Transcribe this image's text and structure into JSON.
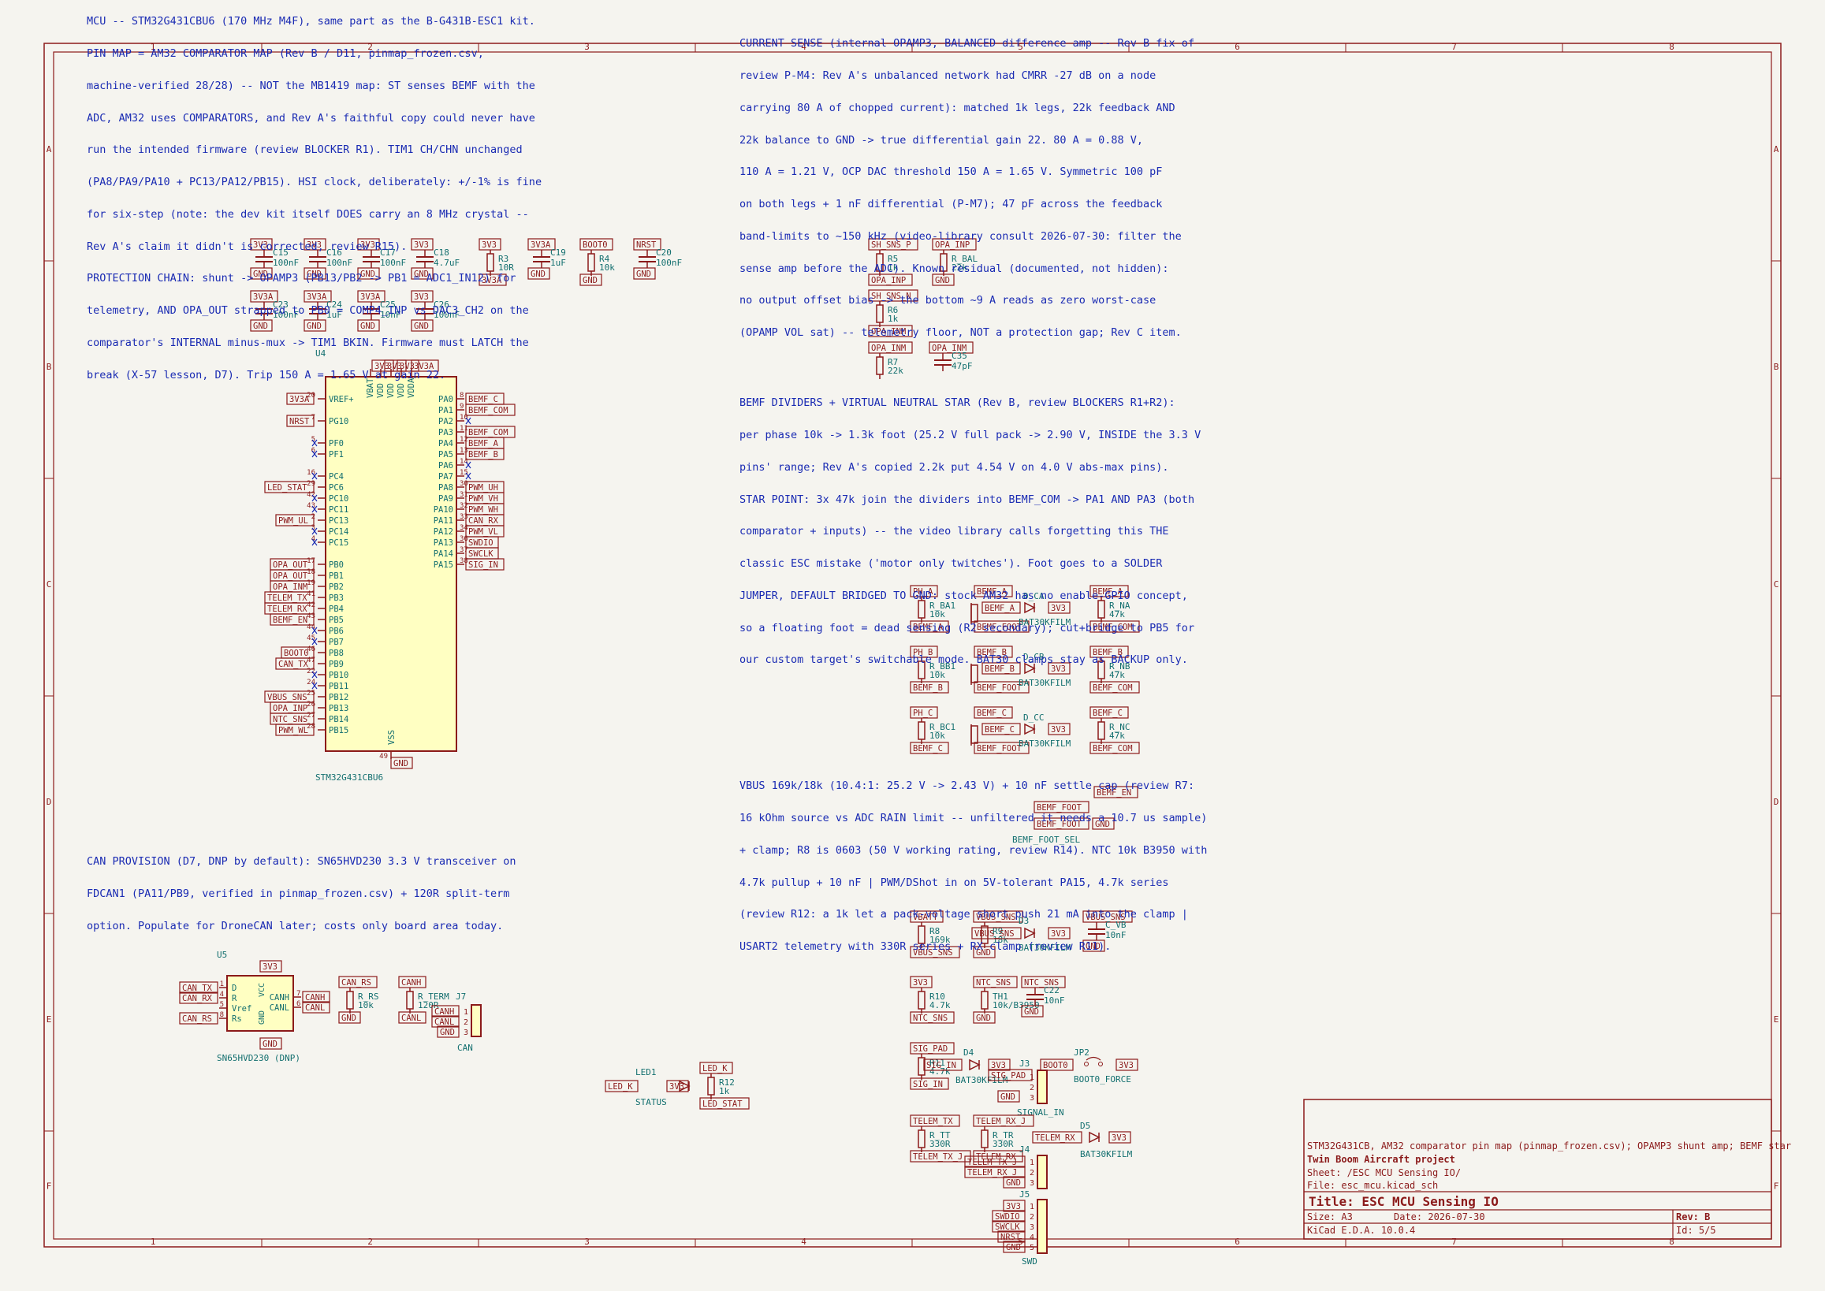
{
  "frame": {
    "col_labels": [
      "1",
      "2",
      "3",
      "4",
      "5",
      "6",
      "7",
      "8"
    ],
    "row_labels": [
      "A",
      "B",
      "C",
      "D",
      "E",
      "F"
    ]
  },
  "notes": {
    "mcu": [
      "MCU -- STM32G431CBU6 (170 MHz M4F), same part as the B-G431B-ESC1 kit.",
      "PIN MAP = AM32 COMPARATOR MAP (Rev B / D11, pinmap_frozen.csv,",
      "machine-verified 28/28) -- NOT the MB1419 map: ST senses BEMF with the",
      "ADC, AM32 uses COMPARATORS, and Rev A's faithful copy could never have",
      "run the intended firmware (review BLOCKER R1). TIM1 CH/CHN unchanged",
      "(PA8/PA9/PA10 + PC13/PA12/PB15). HSI clock, deliberately: +/-1% is fine",
      "for six-step (note: the dev kit itself DOES carry an 8 MHz crystal --",
      "Rev A's claim it didn't is corrected, review R15).",
      "PROTECTION CHAIN: shunt -> OPAMP3 (PB13/PB2 -> PB1 = ADC1_IN12) for",
      "telemetry, AND OPA_OUT strapped to PB0 = COMP4_INP vs DAC3_CH2 on the",
      "comparator's INTERNAL minus-mux -> TIM1 BKIN. Firmware must LATCH the",
      "break (X-57 lesson, D7). Trip 150 A = 1.65 V at gain 22."
    ],
    "current": [
      "CURRENT SENSE (internal OPAMP3, BALANCED difference amp -- Rev B fix of",
      "review P-M4: Rev A's unbalanced network had CMRR -27 dB on a node",
      "carrying 80 A of chopped current): matched 1k legs, 22k feedback AND",
      "22k balance to GND -> true differential gain 22. 80 A = 0.88 V,",
      "110 A = 1.21 V, OCP DAC threshold 150 A = 1.65 V. Symmetric 100 pF",
      "on both legs + 1 nF differential (P-M7); 47 pF across the feedback",
      "band-limits to ~150 kHz (video-library consult 2026-07-30: filter the",
      "sense amp before the ADC). Known residual (documented, not hidden):",
      "no output offset bias -> the bottom ~9 A reads as zero worst-case",
      "(OPAMP VOL sat) -- telemetry floor, NOT a protection gap; Rev C item."
    ],
    "bemf": [
      "BEMF DIVIDERS + VIRTUAL NEUTRAL STAR (Rev B, review BLOCKERS R1+R2):",
      "per phase 10k -> 1.3k foot (25.2 V full pack -> 2.90 V, INSIDE the 3.3 V",
      "pins' range; Rev A's copied 2.2k put 4.54 V on 4.0 V abs-max pins).",
      "STAR POINT: 3x 47k join the dividers into BEMF_COM -> PA1 AND PA3 (both",
      "comparator + inputs) -- the video library calls forgetting this THE",
      "classic ESC mistake ('motor only twitches'). Foot goes to a SOLDER",
      "JUMPER, DEFAULT BRIDGED TO GND: stock AM32 has no enable-GPIO concept,",
      "so a floating foot = dead sensing (R2 secondary); cut+bridge to PB5 for",
      "our custom target's switchable mode. BAT30 clamps stay as BACKUP only."
    ],
    "vbus": [
      "VBUS 169k/18k (10.4:1: 25.2 V -> 2.43 V) + 10 nF settle cap (review R7:",
      "16 kOhm source vs ADC RAIN limit -- unfiltered it needs a 10.7 us sample)",
      "+ clamp; R8 is 0603 (50 V working rating, review R14). NTC 10k B3950 with",
      "4.7k pullup + 10 nF | PWM/DShot in on 5V-tolerant PA15, 4.7k series",
      "(review R12: a 1k let a pack-voltage short push 21 mA into the clamp |",
      "USART2 telemetry with 330R series + RX clamp (review R11)."
    ],
    "can": [
      "CAN PROVISION (D7, DNP by default): SN65HVD230 3.3 V transceiver on",
      "FDCAN1 (PA11/PB9, verified in pinmap_frozen.csv) + 120R split-term",
      "option. Populate for DroneCAN later; costs only board area today."
    ]
  },
  "decoupling": {
    "row1": [
      {
        "top": "3V3",
        "ref": "C15",
        "val": "100nF",
        "bot": "GND"
      },
      {
        "top": "3V3",
        "ref": "C16",
        "val": "100nF",
        "bot": "GND"
      },
      {
        "top": "3V3",
        "ref": "C17",
        "val": "100nF",
        "bot": "GND"
      },
      {
        "top": "3V3",
        "ref": "C18",
        "val": "4.7uF",
        "bot": "GND"
      }
    ],
    "r3": {
      "top": "3V3",
      "ref": "R3",
      "val": "10R",
      "bot": "3V3A"
    },
    "row1b": [
      {
        "top": "3V3A",
        "ref": "C19",
        "val": "1uF",
        "bot": "GND"
      }
    ],
    "r4": {
      "top": "BOOT0",
      "ref": "R4",
      "val": "10k",
      "bot": "GND"
    },
    "c20": {
      "top": "NRST",
      "ref": "C20",
      "val": "100nF",
      "bot": "GND"
    },
    "row2": [
      {
        "top": "3V3A",
        "ref": "C23",
        "val": "100nF",
        "bot": "GND"
      },
      {
        "top": "3V3A",
        "ref": "C24",
        "val": "1uF",
        "bot": "GND"
      },
      {
        "top": "3V3A",
        "ref": "C25",
        "val": "10nF",
        "bot": "GND"
      },
      {
        "top": "3V3",
        "ref": "C26",
        "val": "100nF",
        "bot": "GND"
      }
    ]
  },
  "mcu": {
    "ref": "U4",
    "value": "STM32G431CBU6",
    "top_pins": [
      "VBAT",
      "VDD",
      "VDD",
      "VDD",
      "VDDA"
    ],
    "top_nets": [
      "3V3",
      "3V3",
      "3V3",
      "3V3A"
    ],
    "left_pins": [
      {
        "name": "VREF+",
        "num": "20",
        "net": "3V3A"
      },
      {
        "name": "PG10",
        "num": "7",
        "net": "NRST"
      },
      {
        "name": "PF0",
        "num": "5",
        "net": ""
      },
      {
        "name": "PF1",
        "num": "6",
        "net": ""
      },
      {
        "name": "PC4",
        "num": "16",
        "net": ""
      },
      {
        "name": "PC6",
        "num": "29",
        "net": "LED_STAT"
      },
      {
        "name": "PC10",
        "num": "42",
        "net": ""
      },
      {
        "name": "PC11",
        "num": "43",
        "net": ""
      },
      {
        "name": "PC13",
        "num": "2",
        "net": "PWM_UL"
      },
      {
        "name": "PC14",
        "num": "3",
        "net": ""
      },
      {
        "name": "PC15",
        "num": "4",
        "net": ""
      },
      {
        "name": "PB0",
        "num": "17",
        "net": "OPA_OUT"
      },
      {
        "name": "PB1",
        "num": "18",
        "net": "OPA_OUT"
      },
      {
        "name": "PB2",
        "num": "19",
        "net": "OPA_INM"
      },
      {
        "name": "PB3",
        "num": "41",
        "net": "TELEM_TX"
      },
      {
        "name": "PB4",
        "num": "42",
        "net": "TELEM_RX"
      },
      {
        "name": "PB5",
        "num": "43",
        "net": "BEMF_EN"
      },
      {
        "name": "PB6",
        "num": "44",
        "net": ""
      },
      {
        "name": "PB7",
        "num": "45",
        "net": ""
      },
      {
        "name": "PB8",
        "num": "46",
        "net": "BOOT0"
      },
      {
        "name": "PB9",
        "num": "47",
        "net": "CAN_TX"
      },
      {
        "name": "PB10",
        "num": "22",
        "net": ""
      },
      {
        "name": "PB11",
        "num": "24",
        "net": ""
      },
      {
        "name": "PB12",
        "num": "25",
        "net": "VBUS_SNS"
      },
      {
        "name": "PB13",
        "num": "26",
        "net": "OPA_INP"
      },
      {
        "name": "PB14",
        "num": "27",
        "net": "NTC_SNS"
      },
      {
        "name": "PB15",
        "num": "28",
        "net": "PWM_WL"
      }
    ],
    "right_pins": [
      {
        "name": "PA0",
        "num": "8",
        "net": "BEMF_C"
      },
      {
        "name": "PA1",
        "num": "9",
        "net": "BEMF_COM"
      },
      {
        "name": "PA2",
        "num": "10",
        "net": ""
      },
      {
        "name": "PA3",
        "num": "11",
        "net": "BEMF_COM"
      },
      {
        "name": "PA4",
        "num": "12",
        "net": "BEMF_A"
      },
      {
        "name": "PA5",
        "num": "13",
        "net": "BEMF_B"
      },
      {
        "name": "PA6",
        "num": "14",
        "net": ""
      },
      {
        "name": "PA7",
        "num": "15",
        "net": ""
      },
      {
        "name": "PA8",
        "num": "30",
        "net": "PWM_UH"
      },
      {
        "name": "PA9",
        "num": "31",
        "net": "PWM_VH"
      },
      {
        "name": "PA10",
        "num": "32",
        "net": "PWM_WH"
      },
      {
        "name": "PA11",
        "num": "33",
        "net": "CAN_RX"
      },
      {
        "name": "PA12",
        "num": "34",
        "net": "PWM_VL"
      },
      {
        "name": "PA13",
        "num": "36",
        "net": "SWDIO"
      },
      {
        "name": "PA14",
        "num": "37",
        "net": "SWCLK"
      },
      {
        "name": "PA15",
        "num": "38",
        "net": "SIG_IN"
      }
    ],
    "bottom_pin": {
      "name": "VSS",
      "num": "49",
      "net": "GND"
    }
  },
  "current_parts": {
    "r5": {
      "top": "SH_SNS_P",
      "ref": "R5",
      "val": "1k",
      "bot": "OPA_INP"
    },
    "rbal": {
      "top": "OPA_INP",
      "ref": "R_BAL",
      "val": "22k",
      "bot": "GND"
    },
    "r6": {
      "top": "SH_SNS_N",
      "ref": "R6",
      "val": "1k",
      "bot": "OPA_INM"
    },
    "r7": {
      "top": "OPA_INM",
      "ref": "R7",
      "val": "22k",
      "bot": ""
    },
    "c35": {
      "top": "OPA_INM",
      "ref": "C35",
      "val": "47pF",
      "bot": ""
    }
  },
  "bemf_phases": [
    {
      "ph": "PH_A",
      "rtop": "R_BA1",
      "rv": "10k",
      "node": "BEMF_A",
      "foot": "BEMF_FOOT",
      "d": "D_CA",
      "dnet": "3V3",
      "dval": "BAT30KFILM",
      "rn": "R_NA",
      "rnv": "47k",
      "com": "BEMF_COM"
    },
    {
      "ph": "PH_B",
      "rtop": "R_BB1",
      "rv": "10k",
      "node": "BEMF_B",
      "foot": "BEMF_FOOT",
      "d": "D_CB",
      "dnet": "3V3",
      "dval": "BAT30KFILM",
      "rn": "R_NB",
      "rnv": "47k",
      "com": "BEMF_COM"
    },
    {
      "ph": "PH_C",
      "rtop": "R_BC1",
      "rv": "10k",
      "node": "BEMF_C",
      "foot": "BEMF_FOOT",
      "d": "D_CC",
      "dnet": "3V3",
      "dval": "BAT30KFILM",
      "rn": "R_NC",
      "rnv": "47k",
      "com": "BEMF_COM"
    }
  ],
  "foot_sel": {
    "label": "BEMF_FOOT_SEL",
    "n1": "BEMF_FOOT",
    "n2": "GND",
    "n3": "BEMF_EN"
  },
  "vbus_parts": {
    "r8": {
      "top": "VBATT",
      "ref": "R8",
      "val": "169k",
      "bot": "VBUS_SNS"
    },
    "r9": {
      "top": "VBUS_SNS",
      "ref": "R9",
      "val": "18k",
      "bot": "GND"
    },
    "d3": {
      "ref": "D3",
      "net": "3V3",
      "val": "BAT30KFILM",
      "in": "VBUS_SNS"
    },
    "cvb": {
      "top": "VBUS_SNS",
      "ref": "C_VB",
      "val": "10nF",
      "bot": "GND"
    },
    "r10": {
      "top": "3V3",
      "ref": "R10",
      "val": "4.7k",
      "bot": "NTC_SNS"
    },
    "th1": {
      "top": "NTC_SNS",
      "ref": "TH1",
      "val": "10k/B3950",
      "bot": "GND"
    },
    "c22": {
      "top": "NTC_SNS",
      "ref": "C22",
      "val": "10nF",
      "bot": "GND"
    }
  },
  "signal": {
    "r11": {
      "top": "SIG_PAD",
      "ref": "R11",
      "val": "4.7k",
      "bot": "SIG_IN"
    },
    "d4": {
      "ref": "D4",
      "in": "SIG_IN",
      "net": "3V3",
      "val": "BAT30KFILM"
    },
    "j3": {
      "ref": "J3",
      "label": "SIGNAL_IN",
      "pins": [
        "1",
        "2",
        "3"
      ],
      "nets": [
        "BOOT0",
        "SIG_PAD",
        "GND"
      ]
    },
    "jp2": {
      "ref": "JP2",
      "label": "BOOT0_FORCE",
      "a": "BOOT0",
      "b": "3V3"
    }
  },
  "telem": {
    "rtt": {
      "top": "TELEM_TX",
      "ref": "R_TT",
      "val": "330R",
      "bot": "TELEM_TX_J"
    },
    "rtr": {
      "top": "TELEM_RX_J",
      "ref": "R_TR",
      "val": "330R",
      "bot": "TELEM_RX"
    },
    "d5": {
      "ref": "D5",
      "in": "TELEM_RX",
      "net": "3V3",
      "val": "BAT30KFILM"
    },
    "j4": {
      "ref": "J4",
      "nets": [
        "TELEM_TX_J",
        "TELEM_RX_J",
        "GND"
      ]
    },
    "j5": {
      "ref": "J5",
      "label": "SWD",
      "nets": [
        "3V3",
        "SWDIO",
        "SWCLK",
        "NRST",
        "GND"
      ]
    }
  },
  "led": {
    "led1": {
      "ref": "LED1",
      "label": "STATUS",
      "a": "LED_K",
      "b": "3V3"
    },
    "r12": {
      "top": "LED_K",
      "ref": "R12",
      "val": "1k",
      "bot": "LED_STAT"
    }
  },
  "can": {
    "u5": {
      "ref": "U5",
      "val": "SN65HVD230 (DNP)",
      "pins_l": [
        "D",
        "R",
        "Vref",
        "Rs"
      ],
      "nums_l": [
        "1",
        "4",
        "5",
        "8"
      ],
      "nets_l": [
        "CAN_TX",
        "CAN_RX",
        "",
        "CAN_RS"
      ],
      "vcc": "VCC",
      "gnd": "GND",
      "pins_r": [
        "CANH",
        "CANL"
      ],
      "nums_r": [
        "7",
        "6"
      ],
      "nets_r": [
        "CANH",
        "CANL"
      ],
      "top_net": "3V3",
      "bot_net": "GND"
    },
    "rrs": {
      "top": "CAN_RS",
      "ref": "R_RS",
      "val": "10k",
      "bot": "GND"
    },
    "rterm": {
      "top": "CANH",
      "ref": "R_TERM",
      "val": "120R",
      "bot": "CANL"
    },
    "j7": {
      "ref": "J7",
      "label": "CAN",
      "nets": [
        "CANH",
        "CANL",
        "GND"
      ]
    }
  },
  "title_block": {
    "comment": "STM32G431CB, AM32 comparator pin map (pinmap_frozen.csv); OPAMP3 shunt amp; BEMF star",
    "company": "Twin Boom Aircraft project",
    "sheet": "Sheet: /ESC MCU Sensing IO/",
    "file": "File: esc_mcu.kicad_sch",
    "title": "Title: ESC MCU Sensing IO",
    "size": "Size: A3",
    "date": "Date: 2026-07-30",
    "rev": "Rev: B",
    "tool": "KiCad E.D.A. 10.0.4",
    "id": "Id: 5/5"
  }
}
